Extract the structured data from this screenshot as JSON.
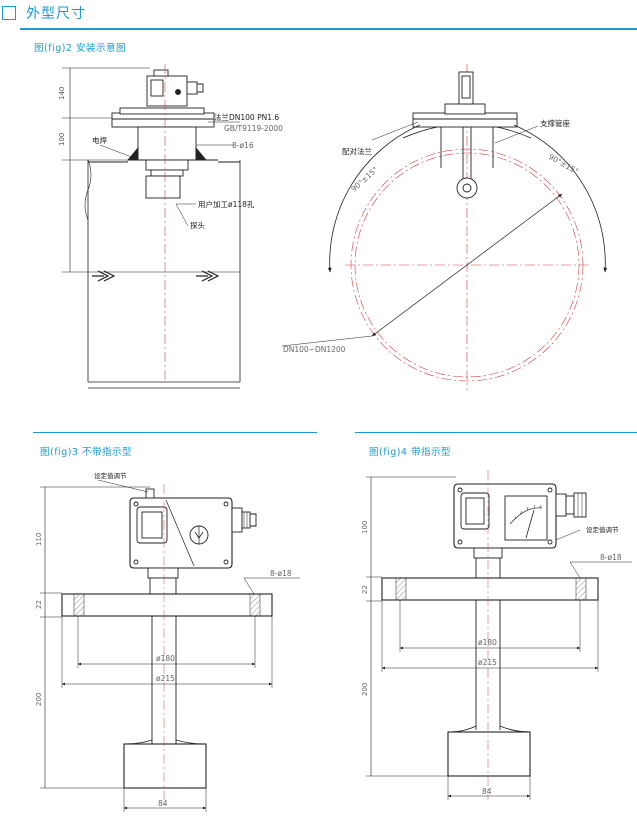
{
  "header": {
    "title": "外型尺寸"
  },
  "fig2": {
    "caption": "图(fig)2  安装示意图",
    "dims": {
      "h140": "140",
      "h100": "100"
    },
    "labels": {
      "flange": "法兰DN100 PN1.6",
      "standard": "GB/T9119-2000",
      "holes": "8-ø16",
      "weld": "电焊",
      "user_hole": "用户加工ø118孔",
      "probe": "探头",
      "mating_flange": "配对法兰",
      "support_seat": "支撑管座",
      "angle_left": "90°±15°",
      "angle_right": "90°±15°",
      "pipe_range": "DN100~DN1200"
    }
  },
  "fig3": {
    "caption": "图(fig)3  不带指示型",
    "labels": {
      "setpoint": "设定值调节",
      "holes": "8-ø18",
      "d180": "ø180",
      "d215": "ø215",
      "w84": "84"
    },
    "dims": {
      "h110": "110",
      "h22": "22",
      "h200": "200"
    }
  },
  "fig4": {
    "caption": "图(fig)4  带指示型",
    "labels": {
      "setpoint": "设定值调节",
      "holes": "8-ø18",
      "d180": "ø180",
      "d215": "ø215",
      "w84": "84"
    },
    "dims": {
      "h100": "100",
      "h22": "22",
      "h200": "200"
    }
  },
  "colors": {
    "accent": "#1a9ad6",
    "line": "#222222",
    "centerline": "#d04040"
  }
}
